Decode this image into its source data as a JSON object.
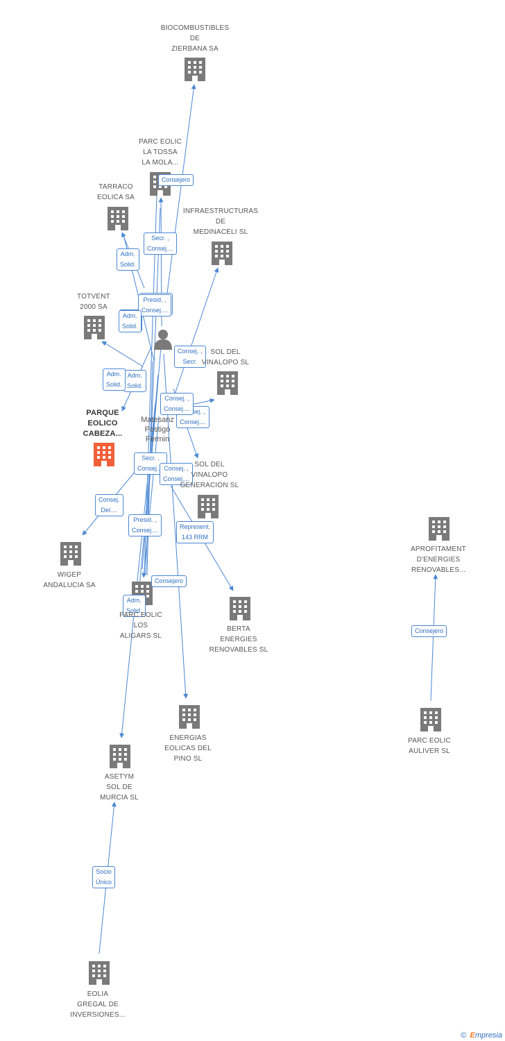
{
  "colors": {
    "edge": "#4a86d4",
    "building": "#7a7a7a",
    "focus_building": "#f0603a",
    "person": "#7a7a7a"
  },
  "person": {
    "label": "Matesanz\nPostigo\nFermin"
  },
  "nodes": [
    {
      "id": "biocombustibles",
      "label": "BIOCOMBUSTIBLES\nDE\nZIERBANA SA",
      "focus": false
    },
    {
      "id": "parc-eolic-la-tossa",
      "label": "PARC EOLIC\nLA TOSSA\nLA MOLA...",
      "focus": false
    },
    {
      "id": "tarraco-eolica",
      "label": "TARRACO\nEOLICA SA",
      "focus": false
    },
    {
      "id": "infraestructuras-medinaceli",
      "label": "INFRAESTRUCTURAS\nDE\nMEDINACELI SL",
      "focus": false
    },
    {
      "id": "totvent-2000",
      "label": "TOTVENT\n2000 SA",
      "focus": false
    },
    {
      "id": "sol-del-vinalopo",
      "label": "SOL DEL\nVINALOPO SL",
      "focus": false
    },
    {
      "id": "parque-eolico-cabeza",
      "label": "PARQUE\nEOLICO\nCABEZA...",
      "focus": true
    },
    {
      "id": "sol-del-vinalopo-generacion",
      "label": "SOL DEL\nVINALOPO\nGENERACION SL",
      "focus": false
    },
    {
      "id": "wigep-andalucia",
      "label": "WIGEP\nANDALUCIA SA",
      "focus": false
    },
    {
      "id": "parc-eolic-los-aligars",
      "label": "PARC EOLIC\nLOS\nALIGARS SL",
      "focus": false
    },
    {
      "id": "berta-energies",
      "label": "BERTA\nENERGIES\nRENOVABLES SL",
      "focus": false
    },
    {
      "id": "energias-eolicas-pino",
      "label": "ENERGIAS\nEOLICAS DEL\nPINO SL",
      "focus": false
    },
    {
      "id": "asetym-sol-murcia",
      "label": "ASETYM\nSOL DE\nMURCIA SL",
      "focus": false
    },
    {
      "id": "eolia-gregal",
      "label": "EOLIA\nGREGAL DE\nINVERSIONES...",
      "focus": false
    },
    {
      "id": "aprofitament",
      "label": "APROFITAMENT\nD'ENERGIES\nRENOVABLES...",
      "focus": false
    },
    {
      "id": "parc-eolic-auliver",
      "label": "PARC EOLIC\nAULIVER SL",
      "focus": false
    }
  ],
  "edges": [
    {
      "from": "person",
      "to": "biocombustibles",
      "label": "Consejero"
    },
    {
      "from": "person",
      "to": "parc-eolic-la-tossa",
      "label": "Secr. ,\nConsej...."
    },
    {
      "from": "person",
      "to": "tarraco-eolica",
      "label": "Adm.\nSolid."
    },
    {
      "from": "person",
      "to": "infraestructuras-medinaceli",
      "label": "Presid. ,\nConsej...."
    },
    {
      "from": "person",
      "to": "totvent-2000",
      "label": "Adm.\nSolid."
    },
    {
      "from": "person",
      "to": "sol-del-vinalopo",
      "label": "Consej. ,\nSecr."
    },
    {
      "from": "person",
      "to": "parque-eolico-cabeza",
      "label": "Adm.\nSolid."
    },
    {
      "from": "person",
      "to": "sol-del-vinalopo-generacion",
      "label": "Consej. ,\nConsej...."
    },
    {
      "from": "person",
      "to": "wigep-andalucia",
      "label": "Consej.\nDel...."
    },
    {
      "from": "person",
      "to": "parc-eolic-los-aligars",
      "label": "Consejero"
    },
    {
      "from": "person",
      "to": "berta-energies",
      "label": "Represent.\n143 RRM"
    },
    {
      "from": "person",
      "to": "energias-eolicas-pino",
      "label": "Presid. ,\nConsej...."
    },
    {
      "from": "person",
      "to": "asetym-sol-murcia",
      "label": "Adm.\nSolid."
    },
    {
      "from": "eolia-gregal",
      "to": "asetym-sol-murcia",
      "label": "Socio\nÚnico"
    },
    {
      "from": "parc-eolic-auliver",
      "to": "aprofitament",
      "label": "Consejero"
    }
  ],
  "extra_edge_labels": [
    {
      "label": "Presid. ,\nConsej...."
    },
    {
      "label": "Adm.\nSolid."
    },
    {
      "label": "Adm.\nSolid."
    },
    {
      "label": "Consej. ,\nConsej...."
    },
    {
      "label": "Secr. ,\nConsej...."
    },
    {
      "label": "Consej. ,\nConsej...."
    }
  ],
  "footer": {
    "copyright": "©",
    "brand_e": "E",
    "brand_rest": "mpresia"
  }
}
